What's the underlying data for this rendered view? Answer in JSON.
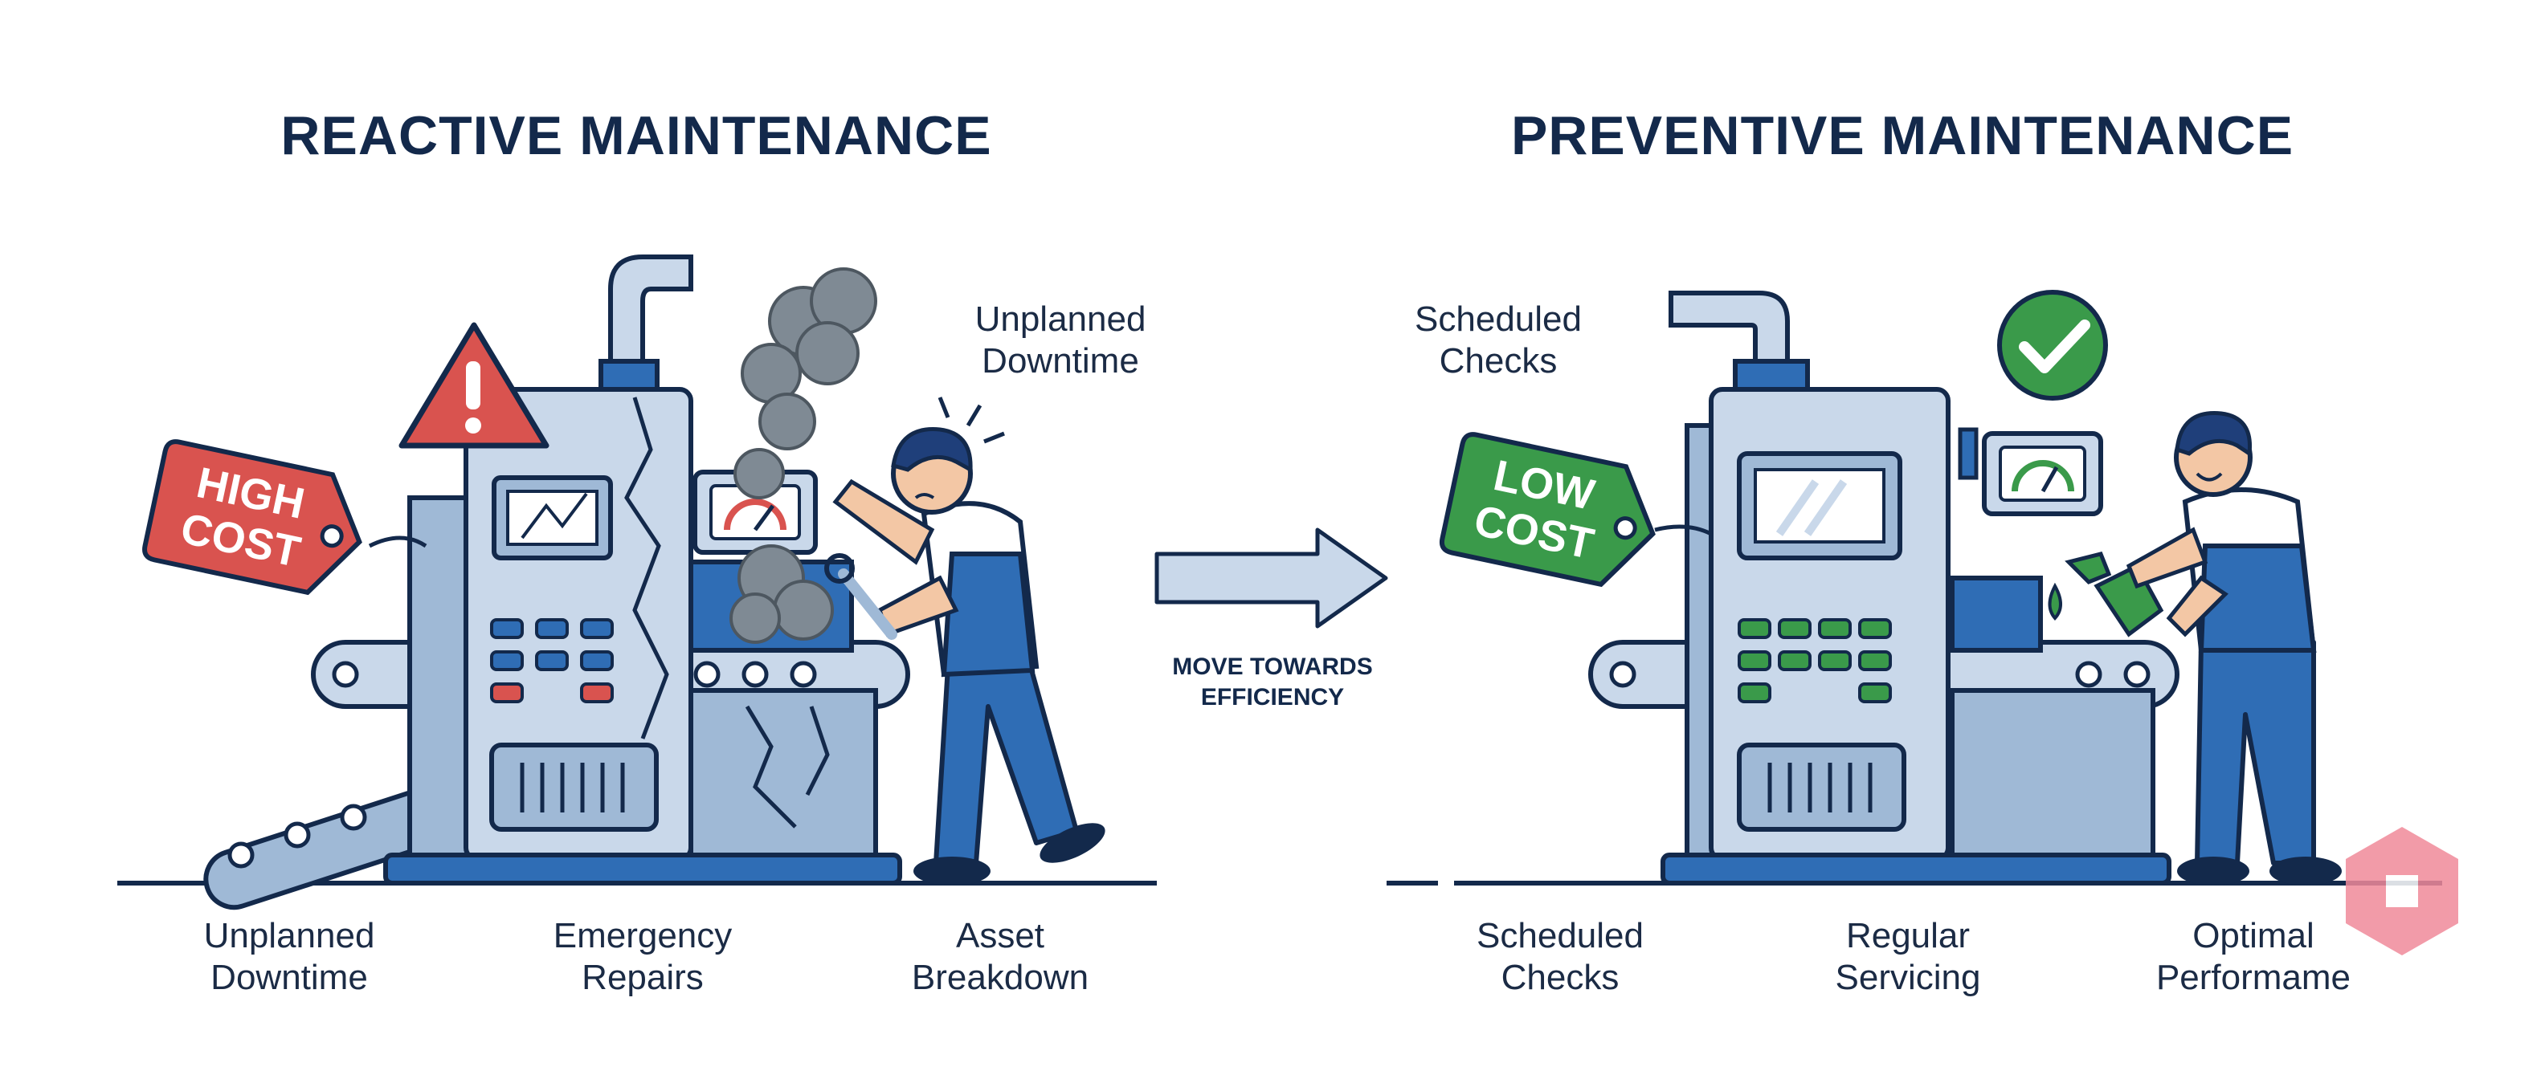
{
  "left_panel": {
    "title": "REACTIVE MAINTENANCE",
    "tag_line1": "HIGH",
    "tag_line2": "COST",
    "callout": "Unplanned\nDowntime",
    "captions": [
      "Unplanned\nDowntime",
      "Emergency\nRepairs",
      "Asset\nBreakdown"
    ]
  },
  "right_panel": {
    "title": "PREVENTIVE MAINTENANCE",
    "tag_line1": "LOW",
    "tag_line2": "COST",
    "callout": "Scheduled\nChecks",
    "captions": [
      "Scheduled\nChecks",
      "Regular\nServicing",
      "Optimal\nPerformame"
    ]
  },
  "transition_label": "MOVE TOWARDS\nEFFICIENCY",
  "colors": {
    "navy": "#13294b",
    "machine_light": "#c9d8ea",
    "machine_mid": "#9fb9d6",
    "blue_accent": "#2f6db5",
    "high_cost_red": "#d9534f",
    "low_cost_green": "#3a9a4a",
    "smoke_gray": "#7f8a94"
  }
}
